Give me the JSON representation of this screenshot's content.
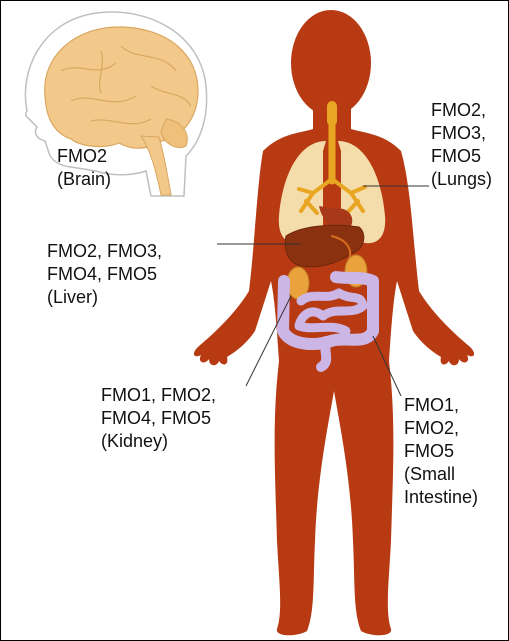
{
  "colors": {
    "body": "#b83a12",
    "brain": "#f3c98b",
    "head_outline": "#bfbfbf",
    "lungs": "#f5dcab",
    "trachea": "#e8a623",
    "liver": "#8a3210",
    "kidney": "#e9a23c",
    "intestine": "#cbb6e6"
  },
  "labels": {
    "brain": [
      "FMO2",
      "(Brain)"
    ],
    "lungs": [
      "FMO2,",
      "FMO3,",
      "FMO5",
      "(Lungs)"
    ],
    "liver": [
      "FMO2, FMO3,",
      "FMO4, FMO5",
      "(Liver)"
    ],
    "kidney": [
      "FMO1, FMO2,",
      "FMO4, FMO5",
      "(Kidney)"
    ],
    "intestine": [
      "FMO1,",
      "FMO2,",
      "FMO5",
      "(Small",
      "Intestine)"
    ]
  }
}
